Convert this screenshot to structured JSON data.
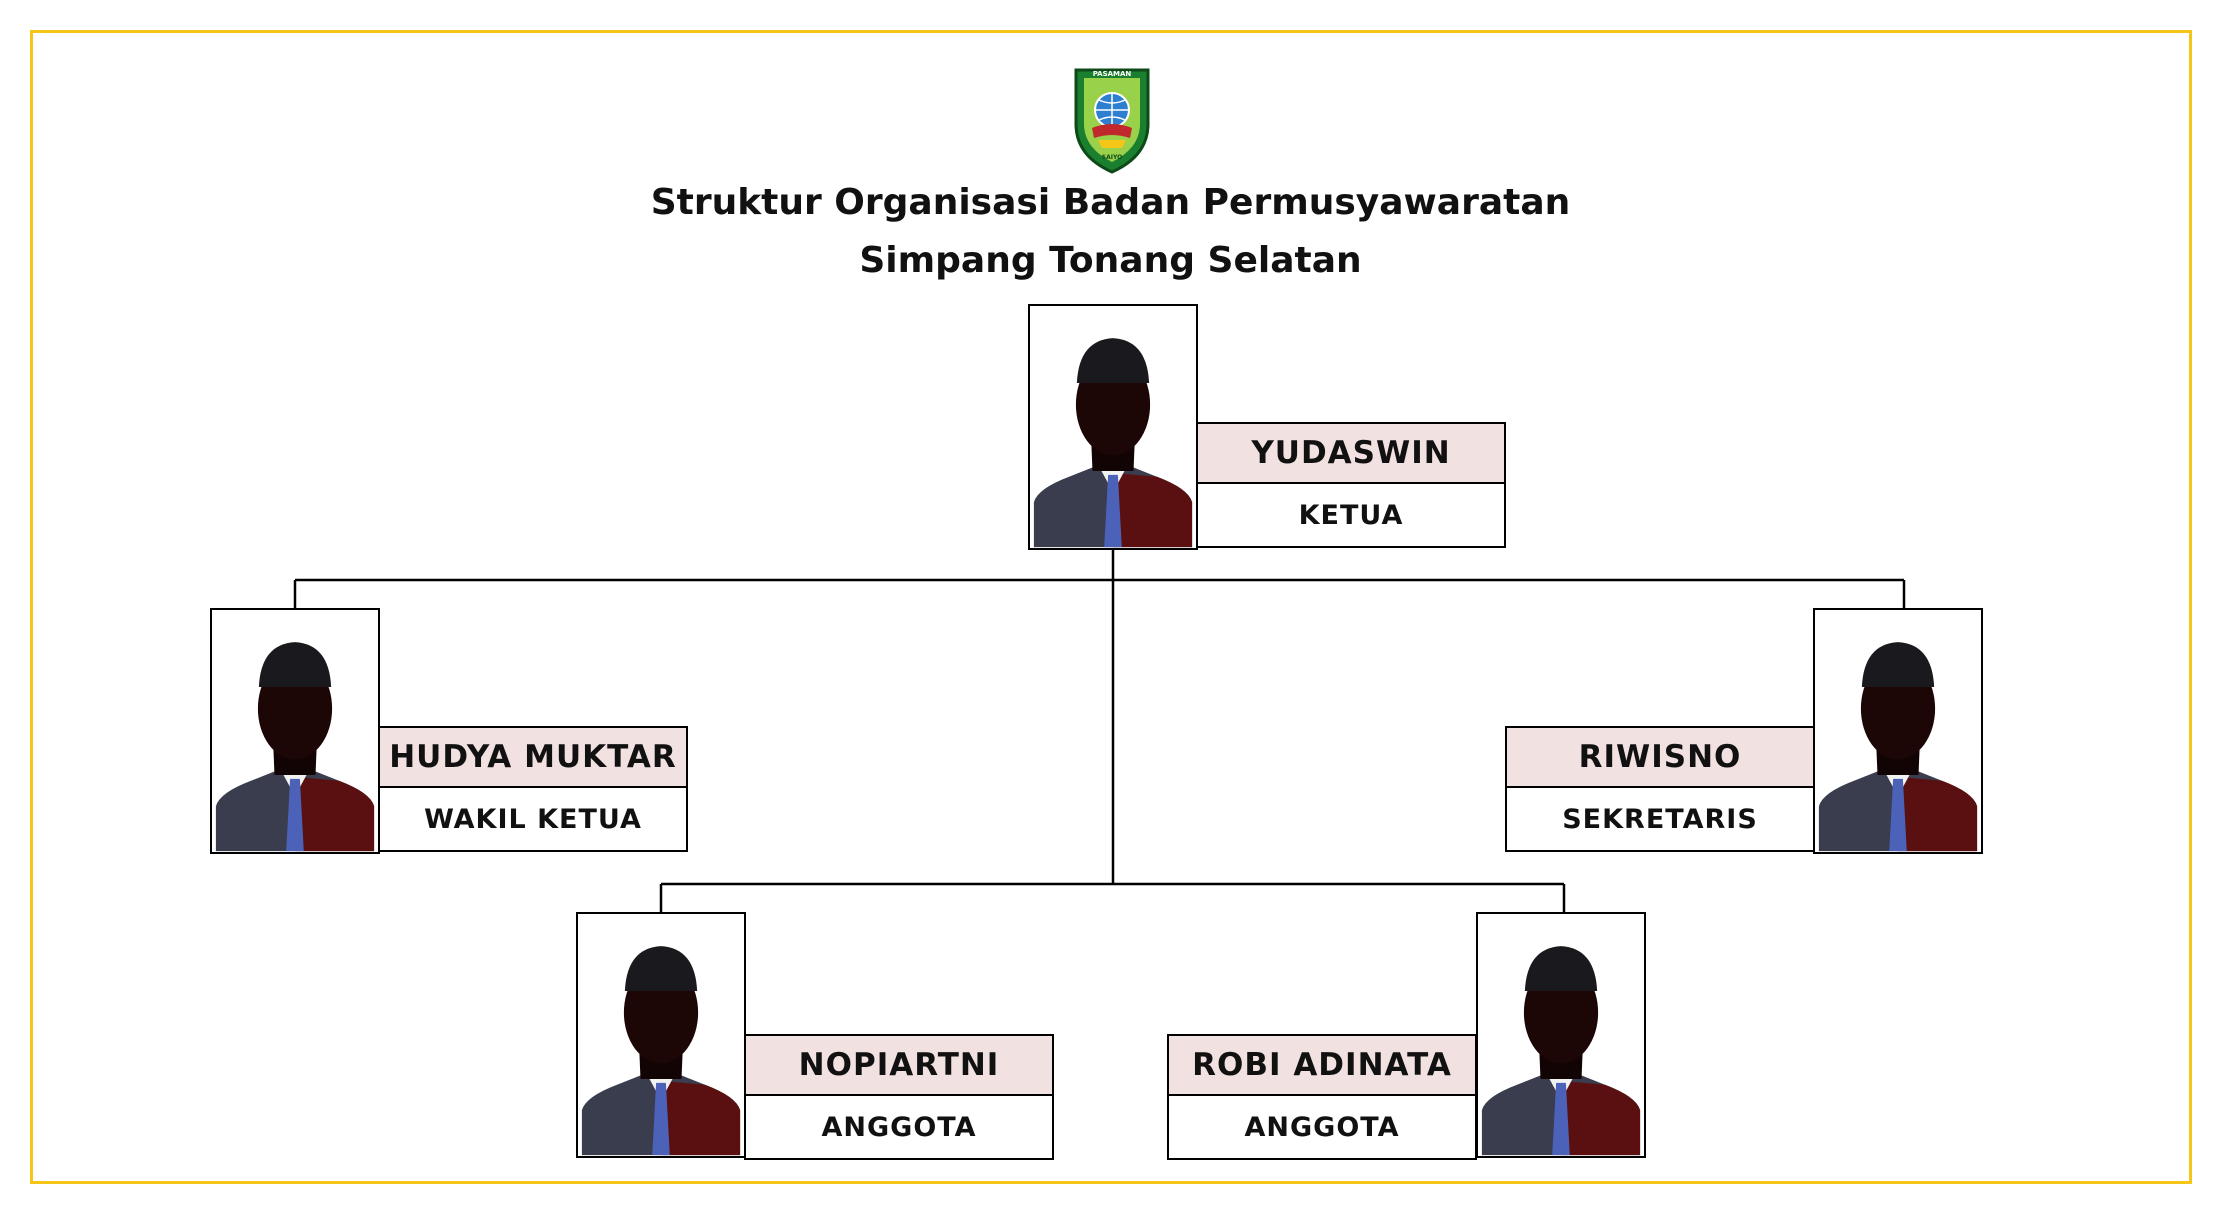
{
  "title": {
    "line1": "Struktur Organisasi Badan Permusyawaratan",
    "line2": "Simpang Tonang Selatan"
  },
  "logo": {
    "text_top": "PASAMAN",
    "text_bottom": "SAIYO",
    "icon": "regency-emblem-icon"
  },
  "colors": {
    "frame": "#f5c518",
    "name_bg": "#f2e1e1",
    "border": "#000000",
    "text": "#111111"
  },
  "members": [
    {
      "id": "ketua",
      "name": "YUDASWIN",
      "role": "KETUA",
      "photo_icon": "person-silhouette-icon"
    },
    {
      "id": "wakil",
      "name": "HUDYA MUKTAR",
      "role": "WAKIL KETUA",
      "photo_icon": "person-silhouette-icon"
    },
    {
      "id": "sekretaris",
      "name": "RIWISNO",
      "role": "SEKRETARIS",
      "photo_icon": "person-silhouette-icon"
    },
    {
      "id": "anggota1",
      "name": "NOPIARTNI",
      "role": "ANGGOTA",
      "photo_icon": "person-silhouette-icon"
    },
    {
      "id": "anggota2",
      "name": "ROBI ADINATA",
      "role": "ANGGOTA",
      "photo_icon": "person-silhouette-icon"
    }
  ]
}
